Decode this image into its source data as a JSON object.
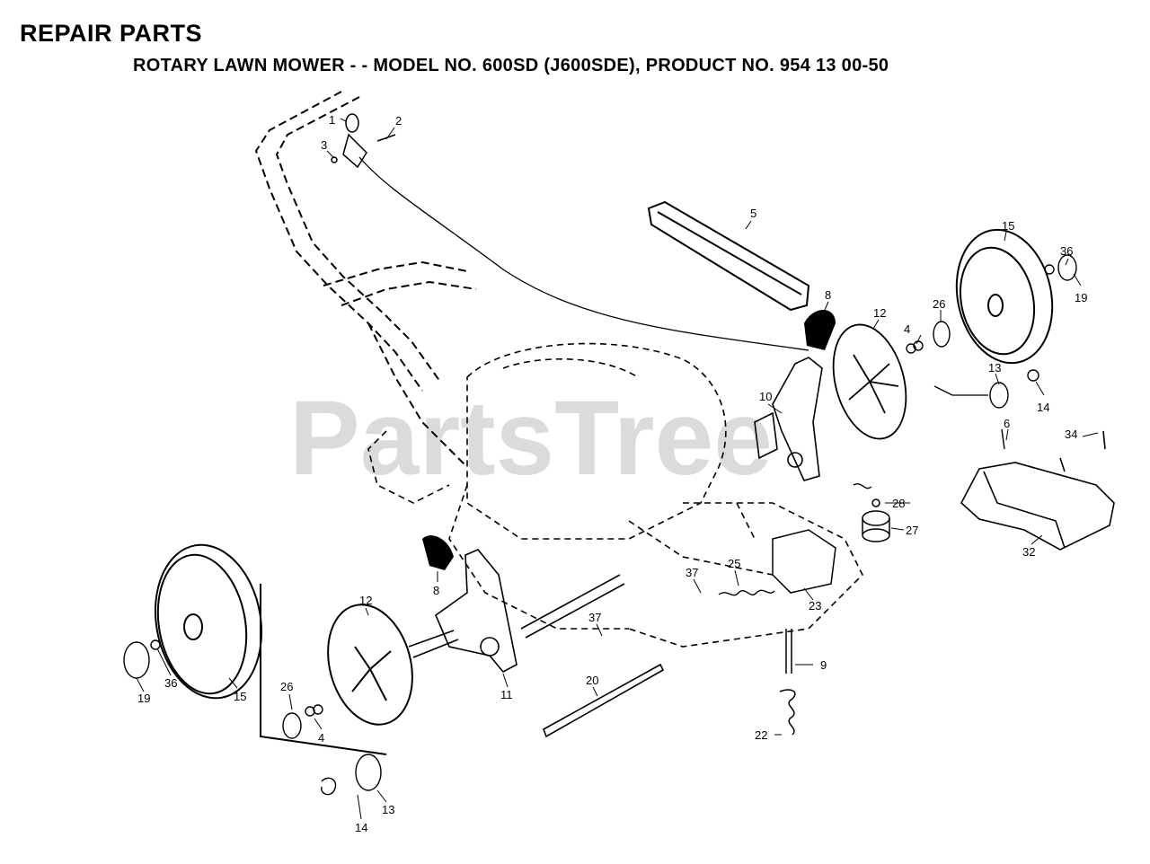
{
  "header": {
    "title": "REPAIR PARTS",
    "subtitle": "ROTARY LAWN MOWER - - MODEL NO. 600SD (J600SDE),  PRODUCT NO.  954 13 00-50"
  },
  "watermark": "PartsTree",
  "callouts": {
    "p1": "1",
    "p2": "2",
    "p3": "3",
    "p4a": "4",
    "p4b": "4",
    "p5": "5",
    "p6": "6",
    "p8a": "8",
    "p8b": "8",
    "p9": "9",
    "p10": "10",
    "p11": "11",
    "p12a": "12",
    "p12b": "12",
    "p13a": "13",
    "p13b": "13",
    "p14a": "14",
    "p14b": "14",
    "p15a": "15",
    "p15b": "15",
    "p19a": "19",
    "p19b": "19",
    "p20": "20",
    "p22": "22",
    "p23": "23",
    "p25": "25",
    "p26a": "26",
    "p26b": "26",
    "p27": "27",
    "p28": "28",
    "p32": "32",
    "p34": "34",
    "p36a": "36",
    "p36b": "36",
    "p37a": "37",
    "p37b": "37"
  }
}
